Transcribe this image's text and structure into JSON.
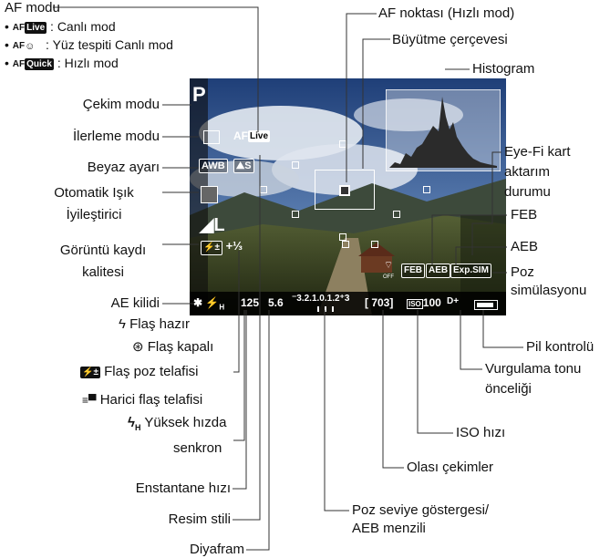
{
  "labels": {
    "af_mode_title": "AF modu",
    "af_live_text": ": Canlı mod",
    "af_face_text": ": Yüz tespiti Canlı mod",
    "af_quick_text": ": Hızlı mod",
    "af_badge_live": "Live",
    "af_badge_quick": "Quick",
    "af_prefix": "AF",
    "af_point": "AF noktası (Hızlı mod)",
    "magnify_frame": "Büyütme çerçevesi",
    "histogram": "Histogram",
    "shooting_mode": "Çekim modu",
    "drive_mode": "İlerleme modu",
    "white_balance": "Beyaz ayarı",
    "alo_line1": "Otomatik Işık",
    "alo_line2": "İyileştirici",
    "quality_line1": "Görüntü kaydı",
    "quality_line2": "kalitesi",
    "ae_lock": "AE kilidi",
    "eyefi_line1": "Eye-Fi kart",
    "eyefi_line2": "aktarım",
    "eyefi_line3": "durumu",
    "feb": "FEB",
    "aeb": "AEB",
    "exposure_sim_line1": "Poz",
    "exposure_sim_line2": "simülasyonu",
    "flash_ready": "Flaş hazır",
    "flash_off": "Flaş kapalı",
    "flash_comp": "Flaş poz telafisi",
    "ext_flash_comp": "Harici flaş telafisi",
    "hss_line1": "Yüksek hızda",
    "hss_line2": "senkron",
    "shutter_speed": "Enstantane hızı",
    "picture_style": "Resim stili",
    "aperture": "Diyafram",
    "battery_check": "Pil kontrolü",
    "highlight_line1": "Vurgulama tonu",
    "highlight_line2": "önceliği",
    "iso_speed": "ISO hızı",
    "possible_shots": "Olası çekimler",
    "level_line1": "Poz seviye göstergesi/",
    "level_line2": "AEB menzili"
  },
  "screen": {
    "mode": "P",
    "af_badge": "Live",
    "wb": "AWB",
    "picture_style": "S",
    "flash_comp_value": "+⅓",
    "shutter": "125",
    "aperture": "5.6",
    "scale": "⁻3.2.1.0.1.2⁺3",
    "shots": "[ 703]",
    "iso": "100",
    "iso_prefix": "ISO",
    "highlight": "D+",
    "feb_icon": "FEB",
    "aeb_icon": "AEB",
    "expsim_icon": "Exp.SIM",
    "eyefi_icon": "OFF"
  },
  "colors": {
    "accent": "#ffffff",
    "line": "#333333"
  },
  "icons": [
    "flash-icon",
    "flash-off-icon",
    "flash-comp-icon",
    "external-flash-icon",
    "hss-icon",
    "battery-icon",
    "eyefi-icon",
    "ae-lock-icon"
  ]
}
